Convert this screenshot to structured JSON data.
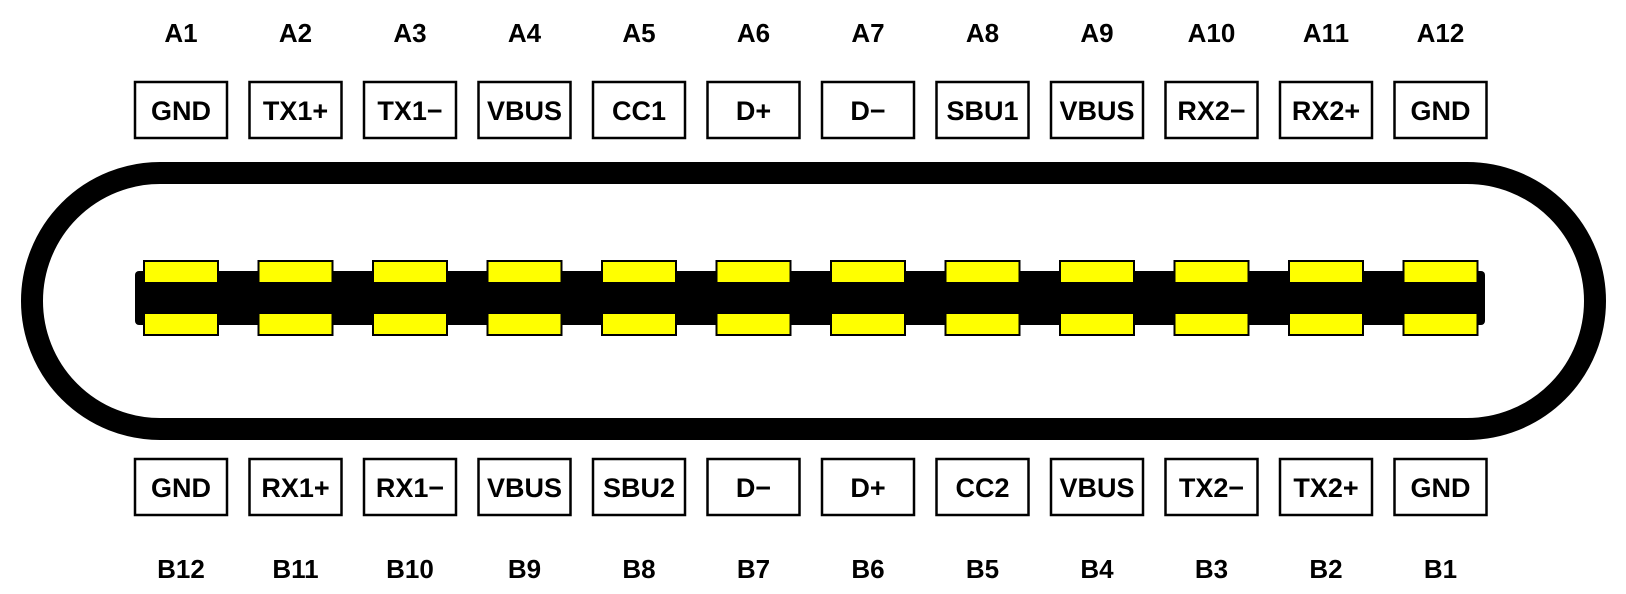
{
  "colors": {
    "background": "#ffffff",
    "outline": "#000000",
    "contact": "#ffff00",
    "tongue": "#000000"
  },
  "row_a": {
    "pins": [
      {
        "id": "A1",
        "signal": "GND"
      },
      {
        "id": "A2",
        "signal": "TX1+"
      },
      {
        "id": "A3",
        "signal": "TX1−"
      },
      {
        "id": "A4",
        "signal": "VBUS"
      },
      {
        "id": "A5",
        "signal": "CC1"
      },
      {
        "id": "A6",
        "signal": "D+"
      },
      {
        "id": "A7",
        "signal": "D−"
      },
      {
        "id": "A8",
        "signal": "SBU1"
      },
      {
        "id": "A9",
        "signal": "VBUS"
      },
      {
        "id": "A10",
        "signal": "RX2−"
      },
      {
        "id": "A11",
        "signal": "RX2+"
      },
      {
        "id": "A12",
        "signal": "GND"
      }
    ]
  },
  "row_b": {
    "pins": [
      {
        "id": "B12",
        "signal": "GND"
      },
      {
        "id": "B11",
        "signal": "RX1+"
      },
      {
        "id": "B10",
        "signal": "RX1−"
      },
      {
        "id": "B9",
        "signal": "VBUS"
      },
      {
        "id": "B8",
        "signal": "SBU2"
      },
      {
        "id": "B7",
        "signal": "D−"
      },
      {
        "id": "B6",
        "signal": "D+"
      },
      {
        "id": "B5",
        "signal": "CC2"
      },
      {
        "id": "B4",
        "signal": "VBUS"
      },
      {
        "id": "B3",
        "signal": "TX2−"
      },
      {
        "id": "B2",
        "signal": "TX2+"
      },
      {
        "id": "B1",
        "signal": "GND"
      }
    ]
  }
}
